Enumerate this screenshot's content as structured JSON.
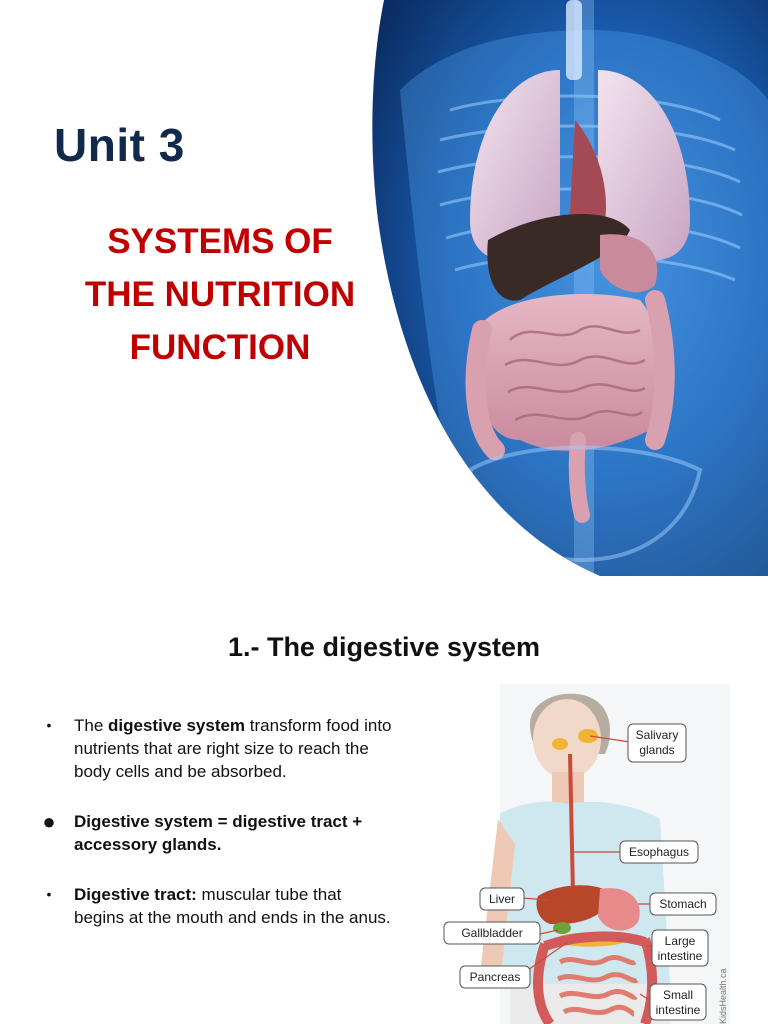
{
  "slide1": {
    "unit_title": "Unit 3",
    "subtitle_lines": [
      "SYSTEMS OF",
      "THE NUTRITION",
      "FUNCTION"
    ]
  },
  "slide2": {
    "title": "1.- The digestive system",
    "bullets": [
      {
        "pre": "The ",
        "bold": "digestive system",
        "post": " transform food into nutrients that are right size to reach the body cells and be absorbed."
      },
      {
        "pre": "",
        "bold": "Digestive system = digestive tract + accessory glands.",
        "post": ""
      },
      {
        "pre": "",
        "bold": "Digestive tract:",
        "post": " muscular tube that begins at the mouth and ends in the anus."
      }
    ],
    "diagram_labels": {
      "salivary": [
        "Salivary",
        "glands"
      ],
      "esophagus": "Esophagus",
      "liver": "Liver",
      "stomach": "Stomach",
      "gallbladder": "Gallbladder",
      "large_intestine": [
        "Large",
        "intestine"
      ],
      "pancreas": "Pancreas",
      "small_intestine": [
        "Small",
        "intestine"
      ],
      "credit": "KidsHealth.ca"
    }
  },
  "colors": {
    "unit_title": "#13294b",
    "subtitle": "#c00000",
    "body_blue": "#1d5fa8"
  }
}
